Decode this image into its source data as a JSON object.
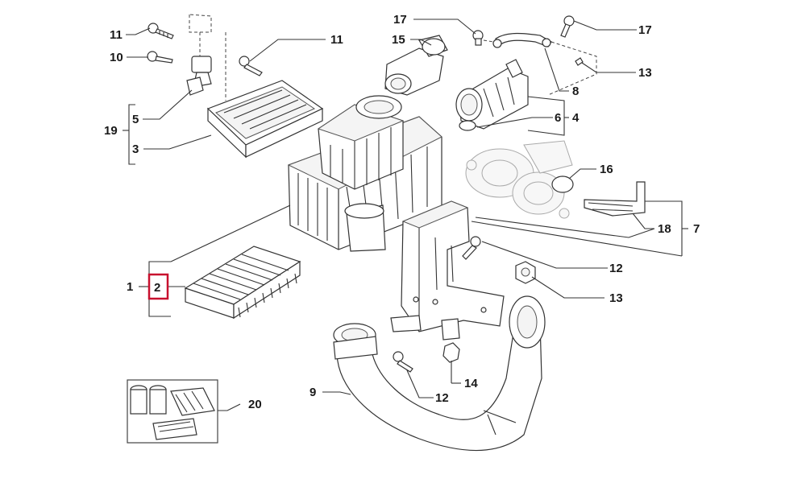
{
  "labels": {
    "l1": "1",
    "l2": "2",
    "l3": "3",
    "l4": "4",
    "l5": "5",
    "l6": "6",
    "l7": "7",
    "l8": "8",
    "l9": "9",
    "l10": "10",
    "l11a": "11",
    "l11b": "11",
    "l12a": "12",
    "l12b": "12",
    "l13a": "13",
    "l13b": "13",
    "l14": "14",
    "l15": "15",
    "l16": "16",
    "l17a": "17",
    "l17b": "17",
    "l18": "18",
    "l19": "19",
    "l20": "20"
  },
  "highlight": {
    "label": "2",
    "color": "#c8102e"
  }
}
